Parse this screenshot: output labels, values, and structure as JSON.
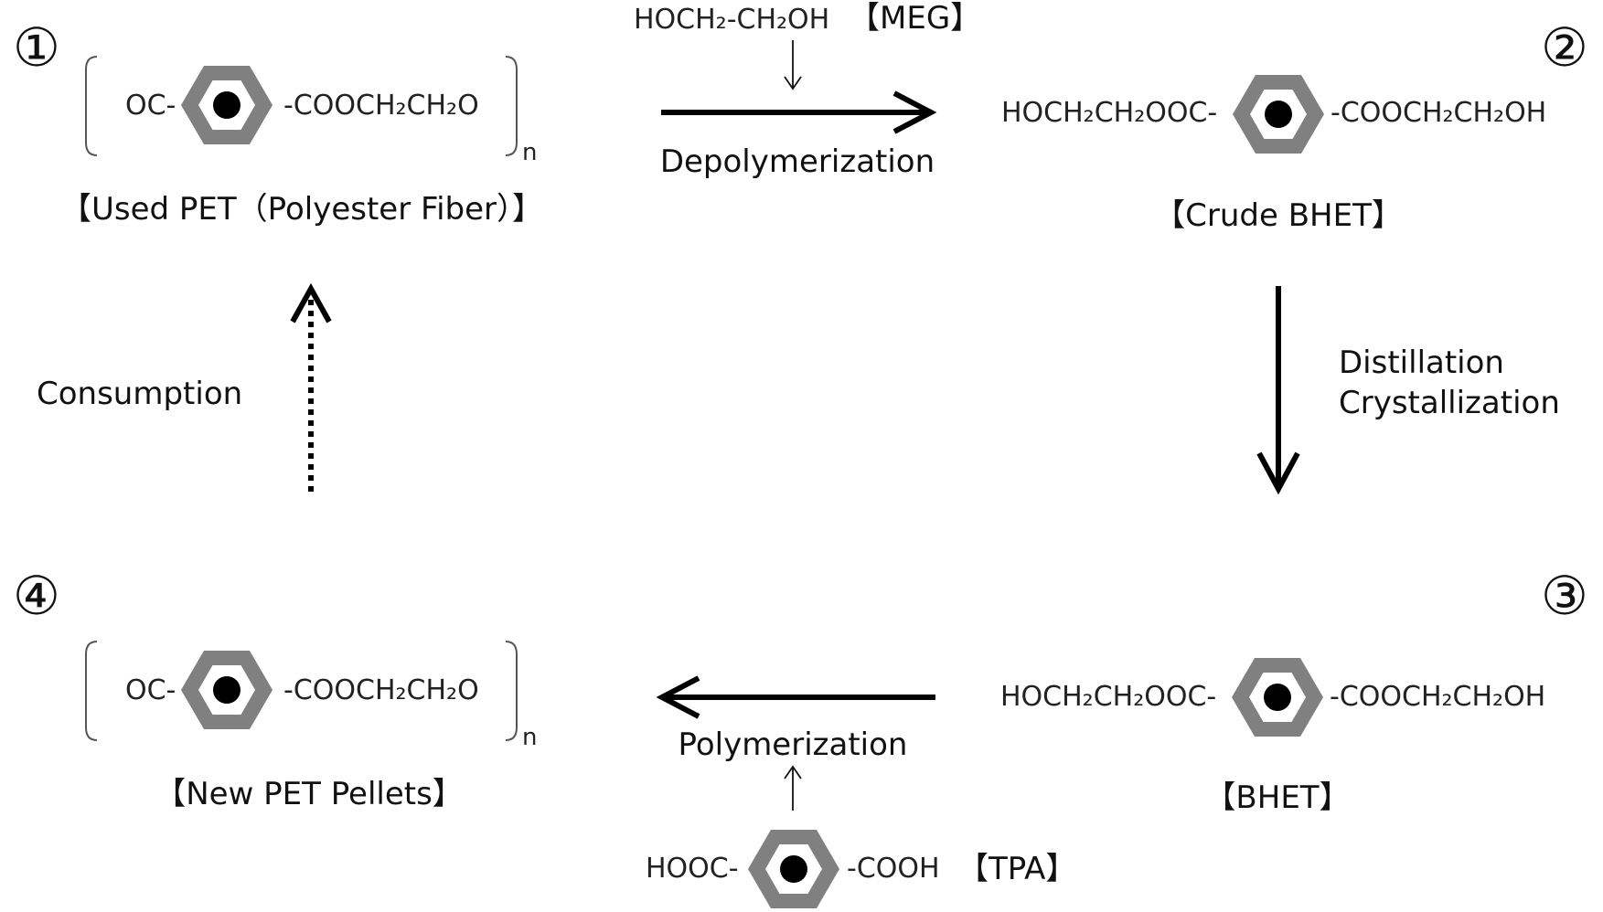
{
  "steps": [
    {
      "number": "①",
      "name": "【Used PET（Polyester Fiber）】",
      "left_group": "OC-",
      "right_group": "-COOCH₂CH₂O",
      "repeat": "n"
    },
    {
      "number": "②",
      "name": "【Crude BHET】",
      "left_group": "HOCH₂CH₂OOC-",
      "right_group": "-COOCH₂CH₂OH"
    },
    {
      "number": "③",
      "name": "【BHET】",
      "left_group": "HOCH₂CH₂OOC-",
      "right_group": "-COOCH₂CH₂OH"
    },
    {
      "number": "④",
      "name": "【New PET Pellets】",
      "left_group": "OC-",
      "right_group": "-COOCH₂CH₂O",
      "repeat": "n"
    }
  ],
  "processes": {
    "depolymerization": {
      "label": "Depolymerization",
      "reagent_formula": "HOCH₂-CH₂OH",
      "reagent_name": "【MEG】"
    },
    "purification": {
      "line1": "Distillation",
      "line2": "Crystallization"
    },
    "polymerization": {
      "label": "Polymerization",
      "reagent_left": "HOOC-",
      "reagent_right": "-COOH",
      "reagent_name": "【TPA】"
    },
    "consumption": {
      "label": "Consumption"
    }
  },
  "colors": {
    "ring": "#808080",
    "ink": "#111111",
    "bracket": "#555555"
  }
}
